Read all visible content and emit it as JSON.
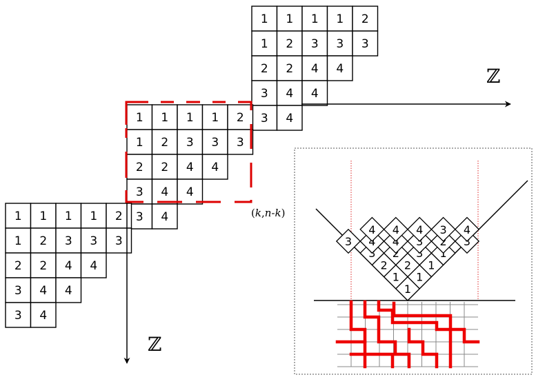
{
  "tableau": {
    "rows": [
      [
        "1",
        "1",
        "1",
        "1",
        "2"
      ],
      [
        "1",
        "2",
        "3",
        "3",
        "3"
      ],
      [
        "2",
        "2",
        "4",
        "4"
      ],
      [
        "3",
        "4",
        "4"
      ],
      [
        "3",
        "4"
      ]
    ],
    "overlap_row": [
      "3",
      "4"
    ]
  },
  "axes": {
    "horizontal_label": "ℤ",
    "vertical_label": "ℤ"
  },
  "inset": {
    "coord_label_k": "k",
    "coord_label_rest": "n-k",
    "pyramid": [
      [
        {
          "v": "1",
          "red": false
        }
      ],
      [
        {
          "v": "1",
          "red": false
        },
        {
          "v": "1",
          "red": false
        }
      ],
      [
        {
          "v": "2",
          "red": false
        },
        {
          "v": "2",
          "red": false
        },
        {
          "v": "1",
          "red": false
        }
      ],
      [
        {
          "v": "3",
          "red": false
        },
        {
          "v": "2",
          "red": false
        },
        {
          "v": "3",
          "red": false
        },
        {
          "v": "1",
          "red": false
        }
      ],
      [
        {
          "v": "3",
          "red": true
        },
        {
          "v": "4",
          "red": false
        },
        {
          "v": "4",
          "red": false
        },
        {
          "v": "3",
          "red": false
        },
        {
          "v": "2",
          "red": false
        },
        {
          "v": "3",
          "red": true
        }
      ],
      [
        {
          "v": "4",
          "red": false
        },
        {
          "v": "4",
          "red": false
        },
        {
          "v": "4",
          "red": false
        },
        {
          "v": "3",
          "red": false
        },
        {
          "v": "4",
          "red": false
        }
      ]
    ]
  },
  "colors": {
    "highlight": "#dd0000",
    "ink": "#000000"
  }
}
